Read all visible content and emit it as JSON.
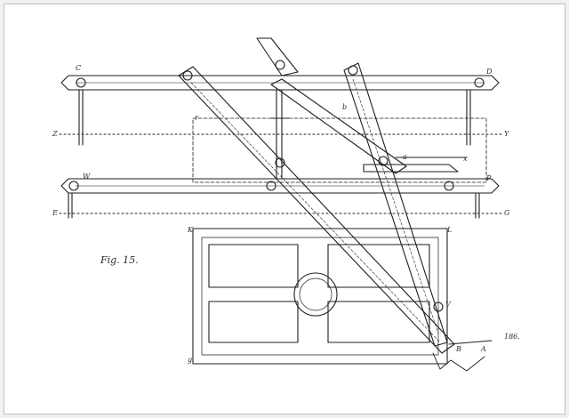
{
  "figure": {
    "caption": "Fig. 15.",
    "plate_number": "186."
  },
  "labels": {
    "C": "C",
    "D_top": "D",
    "Z": "Z",
    "Y": "Y",
    "E": "E",
    "G": "G",
    "W": "W",
    "P": "P",
    "a": "a",
    "b": "b",
    "r": "r",
    "x": "x",
    "K": "K",
    "L": "L",
    "g": "g",
    "A": "A",
    "B": "B",
    "V": "V"
  },
  "colors": {
    "ink": "#1e1e1e",
    "paper": "#ffffff",
    "frame": "#c9c9c9"
  }
}
